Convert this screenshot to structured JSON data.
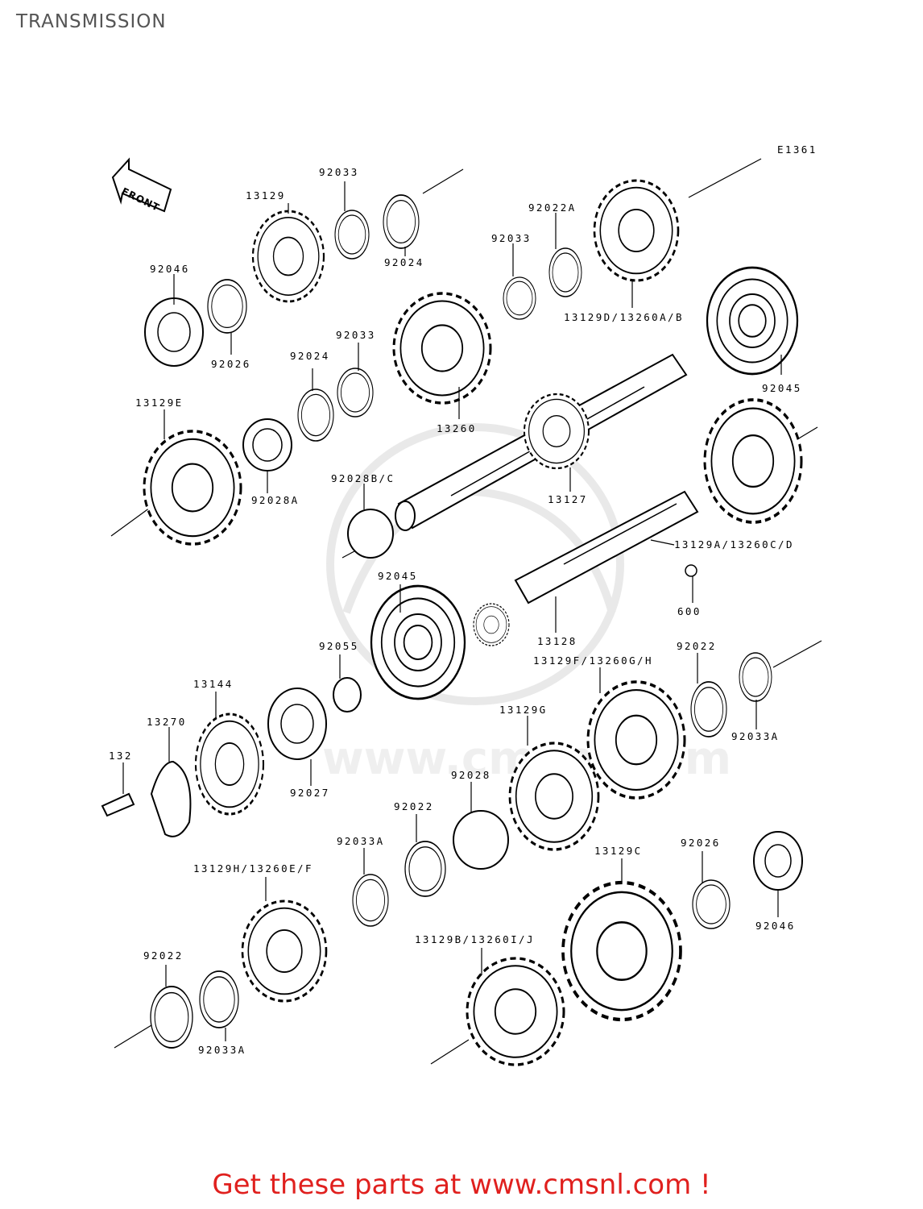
{
  "page": {
    "title": "TRANSMISSION",
    "diagram_code": "E1361",
    "front_label": "FRONT",
    "footer": "Get these parts at www.cmsnl.com !",
    "watermark": "www.cmsnl.com"
  },
  "parts": [
    {
      "id": "p01",
      "label": "92033"
    },
    {
      "id": "p02",
      "label": "13129"
    },
    {
      "id": "p03",
      "label": "92024"
    },
    {
      "id": "p04",
      "label": "92022A"
    },
    {
      "id": "p05",
      "label": "92033"
    },
    {
      "id": "p06",
      "label": "92046"
    },
    {
      "id": "p07",
      "label": "13129D/13260A/B"
    },
    {
      "id": "p08",
      "label": "92033"
    },
    {
      "id": "p09",
      "label": "92024"
    },
    {
      "id": "p10",
      "label": "92026"
    },
    {
      "id": "p11",
      "label": "92045"
    },
    {
      "id": "p12",
      "label": "13129E"
    },
    {
      "id": "p13",
      "label": "13260"
    },
    {
      "id": "p14",
      "label": "92028A"
    },
    {
      "id": "p15",
      "label": "92028B/C"
    },
    {
      "id": "p16",
      "label": "13127"
    },
    {
      "id": "p17",
      "label": "13129A/13260C/D"
    },
    {
      "id": "p18",
      "label": "92045"
    },
    {
      "id": "p19",
      "label": "600"
    },
    {
      "id": "p20",
      "label": "13128"
    },
    {
      "id": "p21",
      "label": "92055"
    },
    {
      "id": "p22",
      "label": "92022"
    },
    {
      "id": "p23",
      "label": "13129F/13260G/H"
    },
    {
      "id": "p24",
      "label": "13144"
    },
    {
      "id": "p25",
      "label": "13129G"
    },
    {
      "id": "p26",
      "label": "92033A"
    },
    {
      "id": "p27",
      "label": "13270"
    },
    {
      "id": "p28",
      "label": "132"
    },
    {
      "id": "p29",
      "label": "92027"
    },
    {
      "id": "p30",
      "label": "92028"
    },
    {
      "id": "p31",
      "label": "92022"
    },
    {
      "id": "p32",
      "label": "92033A"
    },
    {
      "id": "p33",
      "label": "13129C"
    },
    {
      "id": "p34",
      "label": "92026"
    },
    {
      "id": "p35",
      "label": "13129H/13260E/F"
    },
    {
      "id": "p36",
      "label": "92046"
    },
    {
      "id": "p37",
      "label": "92022"
    },
    {
      "id": "p38",
      "label": "13129B/13260I/J"
    },
    {
      "id": "p39",
      "label": "92033A"
    }
  ]
}
